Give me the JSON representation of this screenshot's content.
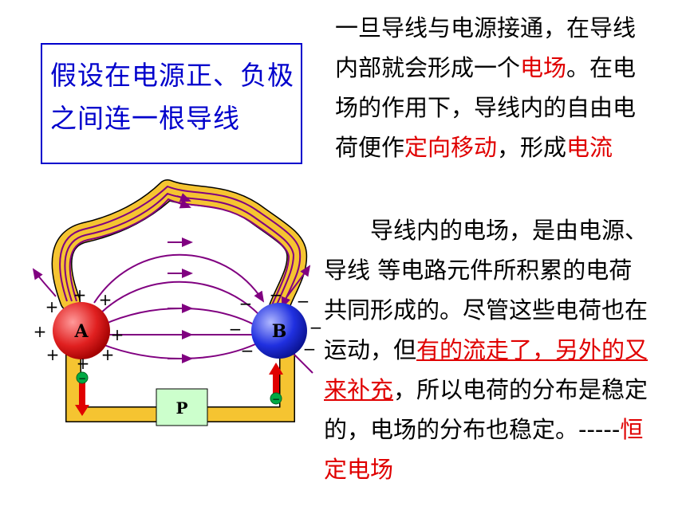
{
  "box": {
    "text": "假设在电源正、负极之间连一根导线"
  },
  "para1": {
    "t1": "一旦导线与电源接通，在导线内部就会形成一个",
    "t2": "电场",
    "t3": "。在电场的作用下，导线内的自由电荷便作",
    "t4": "定向移动",
    "t5": "，形成",
    "t6": "电流"
  },
  "para2": {
    "t1": "导线内的电场，是由电源、导线 等电路元件所积累的电荷共同形成的。尽管这些电荷也在运动，但",
    "t2": "有的流走了，另外的又来补充",
    "t3": "，所以电荷的分布是稳定的，电场的分布也稳定。-----",
    "t4": "恒定电场"
  },
  "diagram": {
    "label_a": "A",
    "label_b": "B",
    "label_p": "P",
    "plus": "+",
    "minus": "−",
    "colors": {
      "wire": "#f5c431",
      "field": "#800080",
      "sphere_a": "#e02020",
      "sphere_b": "#2030e0",
      "arrow": "#e00000",
      "badge": "#00aa44",
      "p_box": "#ccffcc"
    }
  }
}
